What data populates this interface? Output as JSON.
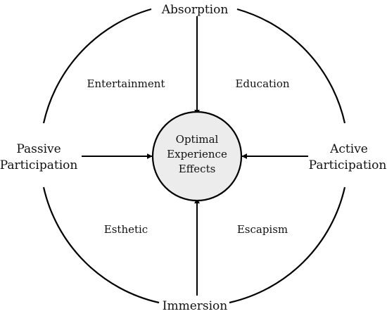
{
  "poles": {
    "top": "Absorption",
    "bottom": "Immersion",
    "left": [
      "Passive",
      "Participation"
    ],
    "right": [
      "Active",
      "Participation"
    ]
  },
  "quadrants": {
    "top_left": "Entertainment",
    "top_right": "Education",
    "bottom_left": "Esthetic",
    "bottom_right": "Escapism"
  },
  "center": {
    "lines": [
      "Optimal",
      "Experience",
      "Effects"
    ]
  },
  "colors": {
    "stroke": "#000000",
    "center_fill": "#ececec",
    "text": "#111111"
  }
}
